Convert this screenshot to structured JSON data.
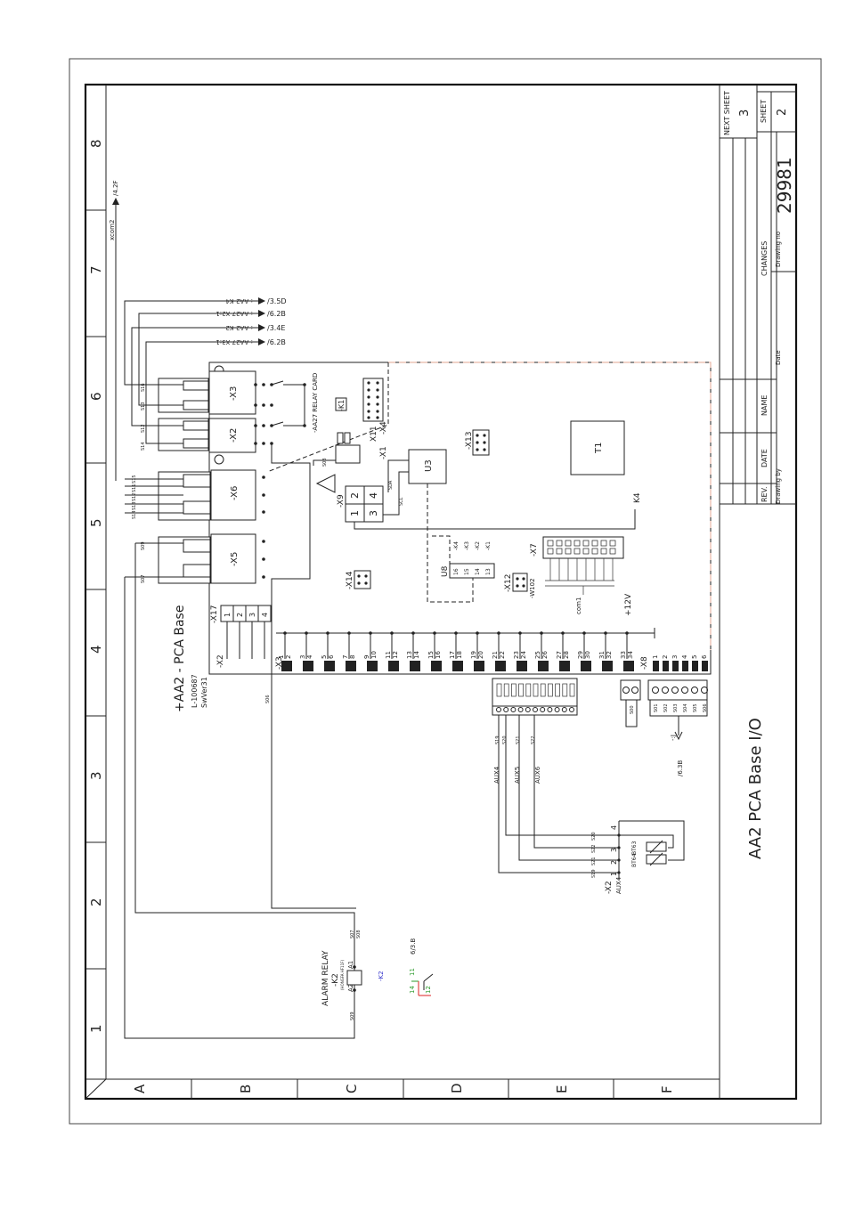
{
  "title_block": {
    "drawing_title": "AA2 PCA Base I/O",
    "drawing_no_label": "Drawing no",
    "drawing_no": "29981",
    "next_sheet_label": "NEXT SHEET",
    "next_sheet": "3",
    "sheet_label": "SHEET",
    "sheet": "2",
    "changes_label": "CHANGES",
    "rev_label": "REV.",
    "date_label": "DATE",
    "name_label": "NAME",
    "date_field_label": "Date",
    "drawn_by_label": "Drawing by"
  },
  "grid": {
    "columns": [
      "1",
      "2",
      "3",
      "4",
      "5",
      "6",
      "7",
      "8"
    ],
    "rows": [
      "A",
      "B",
      "C",
      "D",
      "E",
      "F"
    ]
  },
  "board": {
    "name": "+AA2 - PCA Base",
    "part_no": "L-100687",
    "software": "SwVer31",
    "relay_card": "-AA27 RELAY CARD",
    "relay_k1": "-K1",
    "transformer": "T1",
    "u3": "U3",
    "u8": "U8"
  },
  "connectors": {
    "x1": "-X1",
    "x2": "-X2",
    "x3": "-X3",
    "x4": "-X4",
    "x5": "-X5",
    "x6": "-X6",
    "x7": "-X7",
    "x8": "-X8",
    "x9": "-X9",
    "x11": "X11",
    "x12": "-X12",
    "x13": "-X13",
    "x14": "-X14",
    "x17": "-X17",
    "w102": "-W102",
    "x9_pins": [
      "1",
      "2",
      "3",
      "4"
    ],
    "x17_pins": [
      "1",
      "2",
      "3",
      "4"
    ],
    "x3_pins": [
      "1",
      "2",
      "3",
      "4",
      "5",
      "6",
      "7",
      "8",
      "9",
      "10",
      "11",
      "12",
      "13",
      "14",
      "15",
      "16",
      "17",
      "18",
      "19",
      "20",
      "21",
      "22",
      "23",
      "24",
      "25",
      "26",
      "27",
      "28",
      "29",
      "30",
      "31",
      "32",
      "33",
      "34"
    ],
    "x8_pins": [
      "1",
      "2",
      "3",
      "4",
      "5",
      "6"
    ],
    "u8_pins": [
      "16",
      "15",
      "14",
      "13"
    ],
    "u8_signals": [
      "-K4",
      "-K3",
      "-K2",
      "-K1"
    ]
  },
  "signals": {
    "sda": "SDA",
    "scl": "SCL",
    "k4": "K4",
    "plus12v": "+12V",
    "com1": "com1",
    "xcom2": "xcom2",
    "ref_42f": "/4.2F",
    "aux": [
      "AUX4",
      "AUX5",
      "AUX6"
    ],
    "cable_wires": [
      "S19",
      "S20",
      "S21",
      "S22"
    ],
    "x8_wires": [
      "S01",
      "S02",
      "S03",
      "S04",
      "S05",
      "S06"
    ],
    "wire_500": "S00",
    "x8_ref": "/6.3B",
    "x8_ref_sign": "-:J",
    "x5_wires": [
      "S09",
      "S07"
    ],
    "x6_wires": [
      "S11",
      "S12",
      "S13",
      "S14",
      "S15"
    ],
    "x2_wires": [
      "S12",
      "S14"
    ],
    "x3_wires": [
      "S16",
      "S13"
    ],
    "relay_wire": "S08",
    "board_wire": "S06"
  },
  "outputs": [
    {
      "label": ":-AA2-K4",
      "ref": "/3.5D"
    },
    {
      "label": ":-AA27-X2:1",
      "ref": "/6.2B"
    },
    {
      "label": ":-AA2-K2",
      "ref": "/3.4E"
    },
    {
      "label": ":-AA27-X3:1",
      "ref": "/6.2B"
    }
  ],
  "sensors": {
    "connector": "-X2",
    "connector_sub": "AUX4",
    "bt63": "BT63",
    "bt64": "BT64",
    "pins": [
      "4",
      "3",
      "2",
      "1"
    ],
    "pin_nums": [
      "4",
      "3",
      "2",
      "1"
    ],
    "wires": [
      "S20",
      "S22",
      "S21",
      "S19"
    ]
  },
  "alarm_relay": {
    "title": "ALARM RELAY",
    "tag": "-K2",
    "model": "(HONGFA HF11F)",
    "a1": "A1",
    "a2": "A2",
    "wire_top1": "S07",
    "wire_top2": "S08",
    "wire_bottom": "S09",
    "contact_tag": "-K2",
    "contact_ref": "6/3.B",
    "contact_pins": [
      "11",
      "14",
      "12"
    ]
  }
}
